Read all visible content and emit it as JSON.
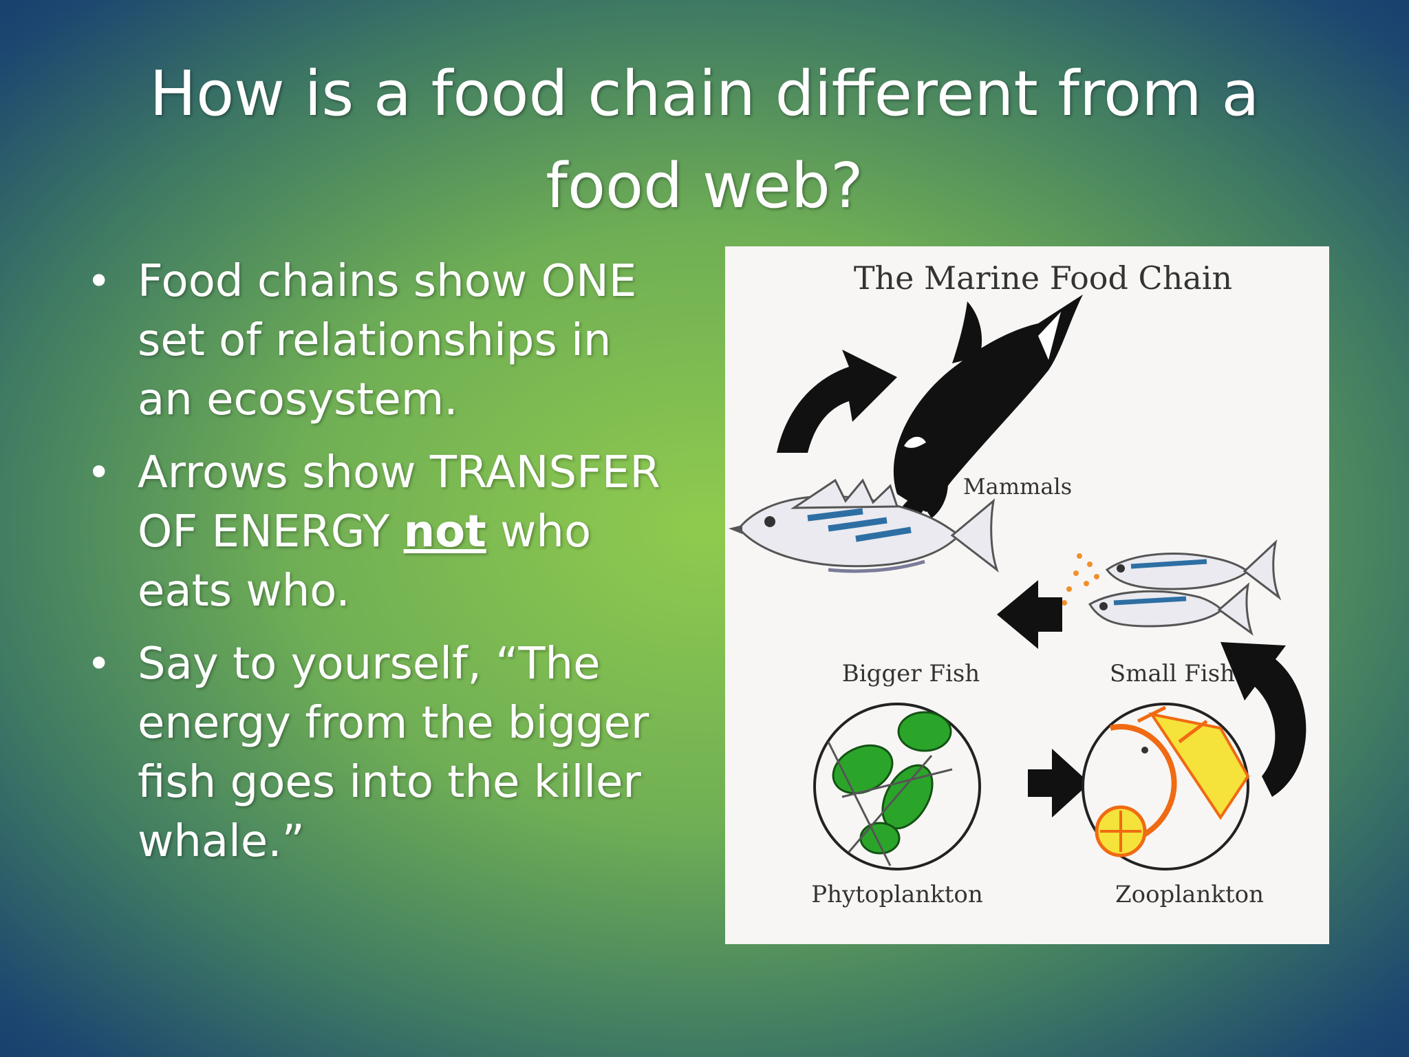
{
  "title": {
    "line1": "How is a food chain different from a",
    "line2": "food web?"
  },
  "bullets": [
    {
      "lines": [
        "Food chains show ONE",
        "set of relationships in",
        "an ecosystem."
      ]
    },
    {
      "line1": "Arrows show TRANSFER",
      "line2_before": "OF ENERGY ",
      "line2_emphasis": "not",
      "line2_after": " who",
      "line3": "eats who."
    },
    {
      "lines": [
        "Say to yourself, “The",
        "energy from the bigger",
        "fish goes into the killer",
        "whale.”"
      ]
    }
  ],
  "figure": {
    "title": "The Marine Food Chain",
    "labels": {
      "mammals": "Mammals",
      "bigger_fish": "Bigger Fish",
      "small_fish": "Small Fish",
      "phytoplankton": "Phytoplankton",
      "zooplankton": "Zooplankton"
    },
    "colors": {
      "whale": "#111111",
      "fish_stripe": "#2d6fa3",
      "phytoplankton": "#2aa52a",
      "zooplankton_orange": "#f06a12",
      "zooplankton_yellow": "#f5e23a",
      "arrows": "#111111"
    }
  }
}
